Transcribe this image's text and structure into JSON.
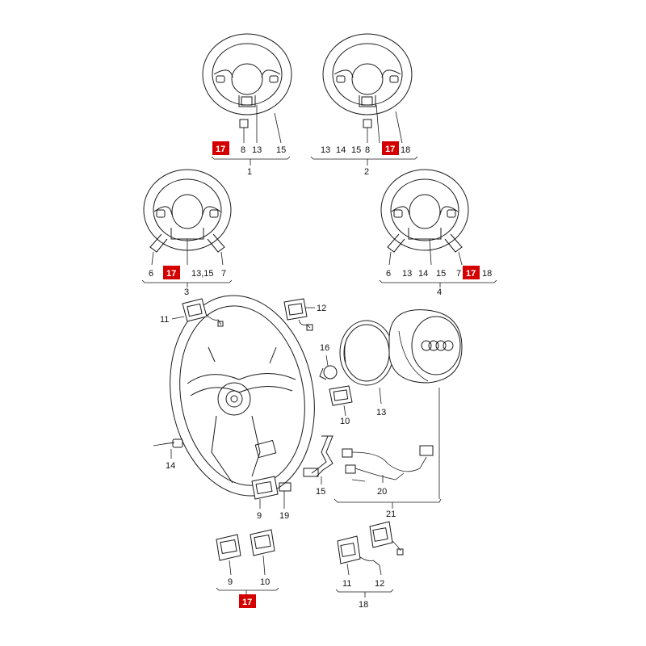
{
  "highlight_color": "#d40000",
  "labels": {
    "g1_17": "17",
    "g1_8": "8",
    "g1_13": "13",
    "g1_15": "15",
    "g1_group": "1",
    "g2_13": "13",
    "g2_14": "14",
    "g2_15": "15",
    "g2_8": "8",
    "g2_17": "17",
    "g2_18": "18",
    "g2_group": "2",
    "g3_6": "6",
    "g3_17": "17",
    "g3_1315": "13,15",
    "g3_7": "7",
    "g3_group": "3",
    "g4_6": "6",
    "g4_13": "13",
    "g4_14": "14",
    "g4_15": "15",
    "g4_7": "7",
    "g4_17": "17",
    "g4_18": "18",
    "g4_group": "4",
    "m_11": "11",
    "m_12": "12",
    "m_16": "16",
    "m_10": "10",
    "m_13": "13",
    "m_14": "14",
    "m_9": "9",
    "m_19": "19",
    "m_15": "15",
    "m_20": "20",
    "m_21": "21",
    "b_9": "9",
    "b_10": "10",
    "b_17": "17",
    "b_11": "11",
    "b_12": "12",
    "b_18": "18"
  },
  "icons": [
    "steering-wheel-icon",
    "paddle-shifter-icon",
    "airbag-module-icon",
    "button-module-icon",
    "wiring-harness-icon",
    "bolt-icon",
    "audi-rings-logo"
  ]
}
